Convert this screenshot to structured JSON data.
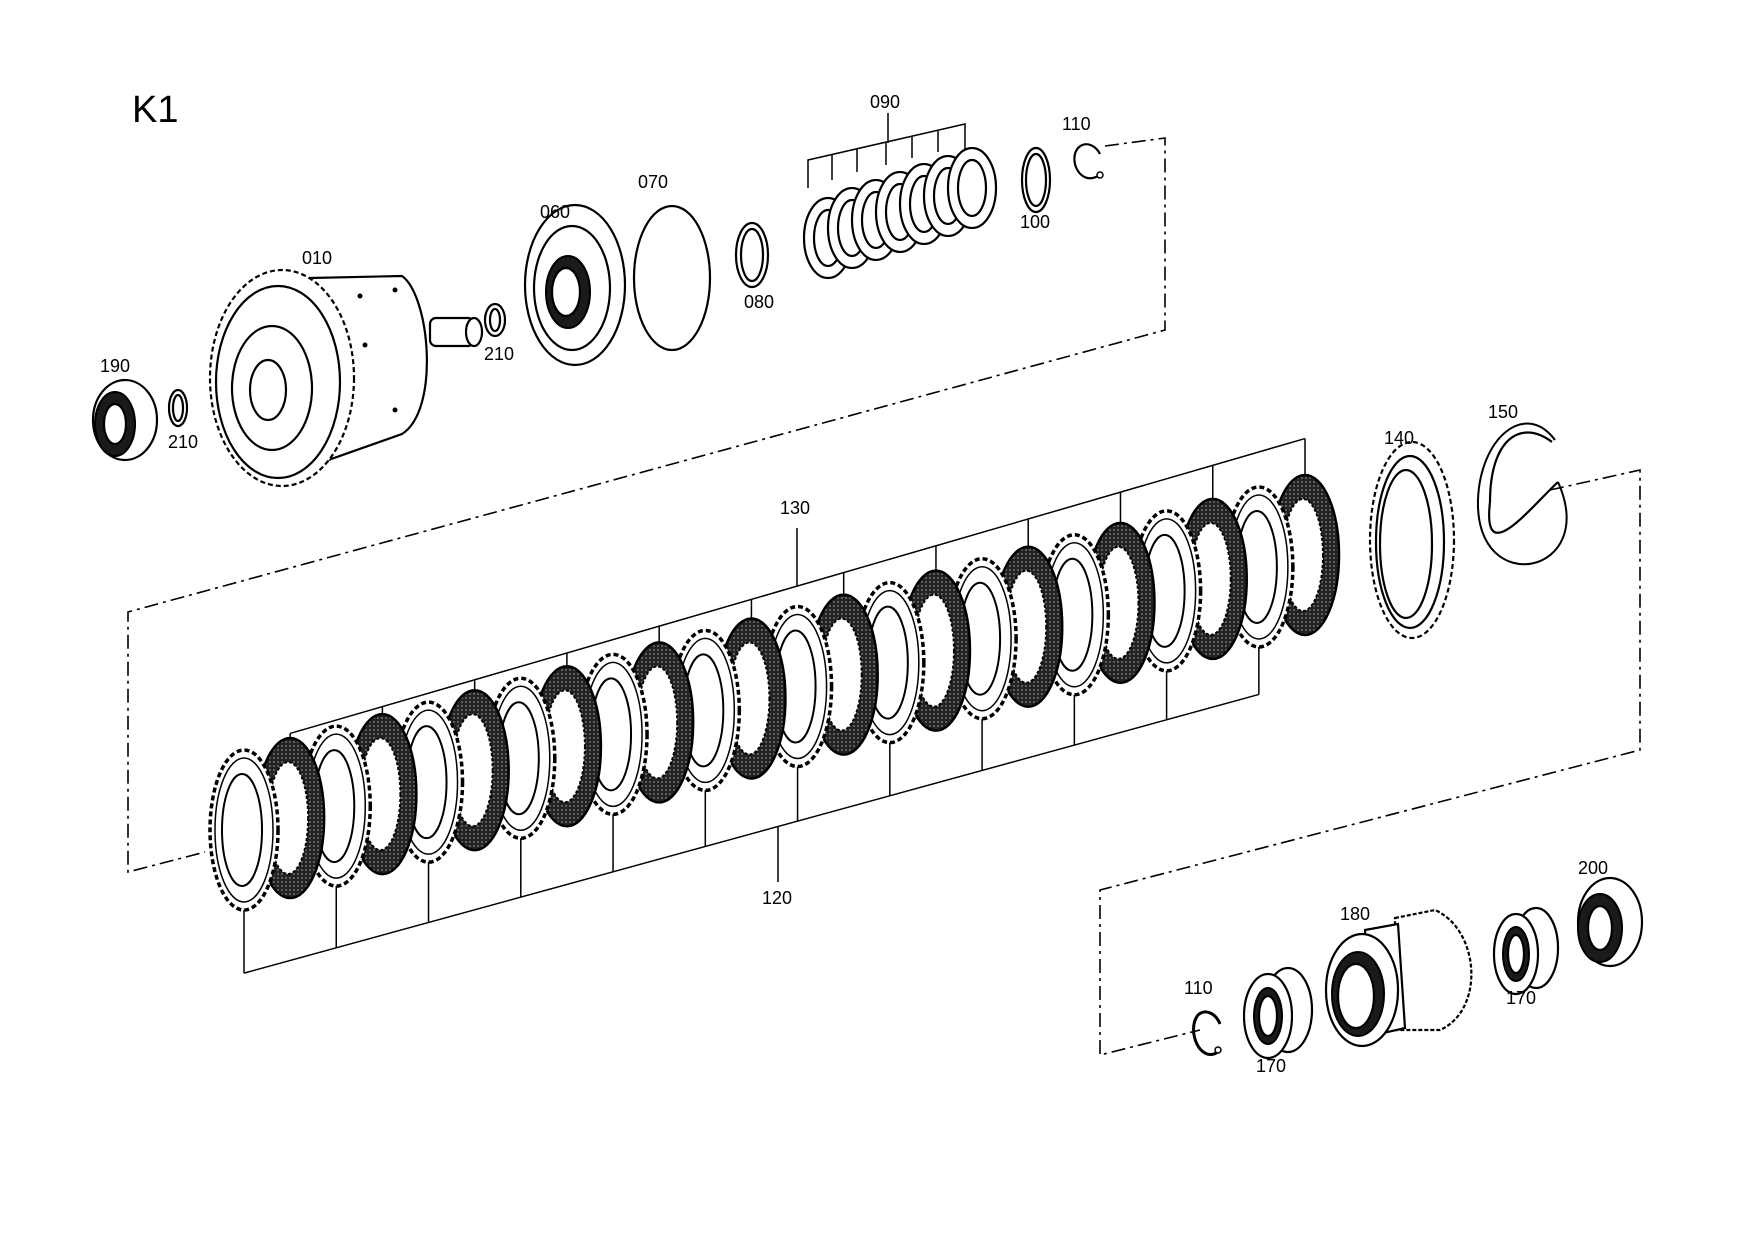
{
  "title": "K1",
  "labels": {
    "p010": "010",
    "p060": "060",
    "p070": "070",
    "p080": "080",
    "p090": "090",
    "p100": "100",
    "p110a": "110",
    "p190": "190",
    "p210a": "210",
    "p210b": "210",
    "p130": "130",
    "p140": "140",
    "p150": "150",
    "p120": "120",
    "p200": "200",
    "p180": "180",
    "p110b": "110",
    "p170a": "170",
    "p170b": "170"
  }
}
